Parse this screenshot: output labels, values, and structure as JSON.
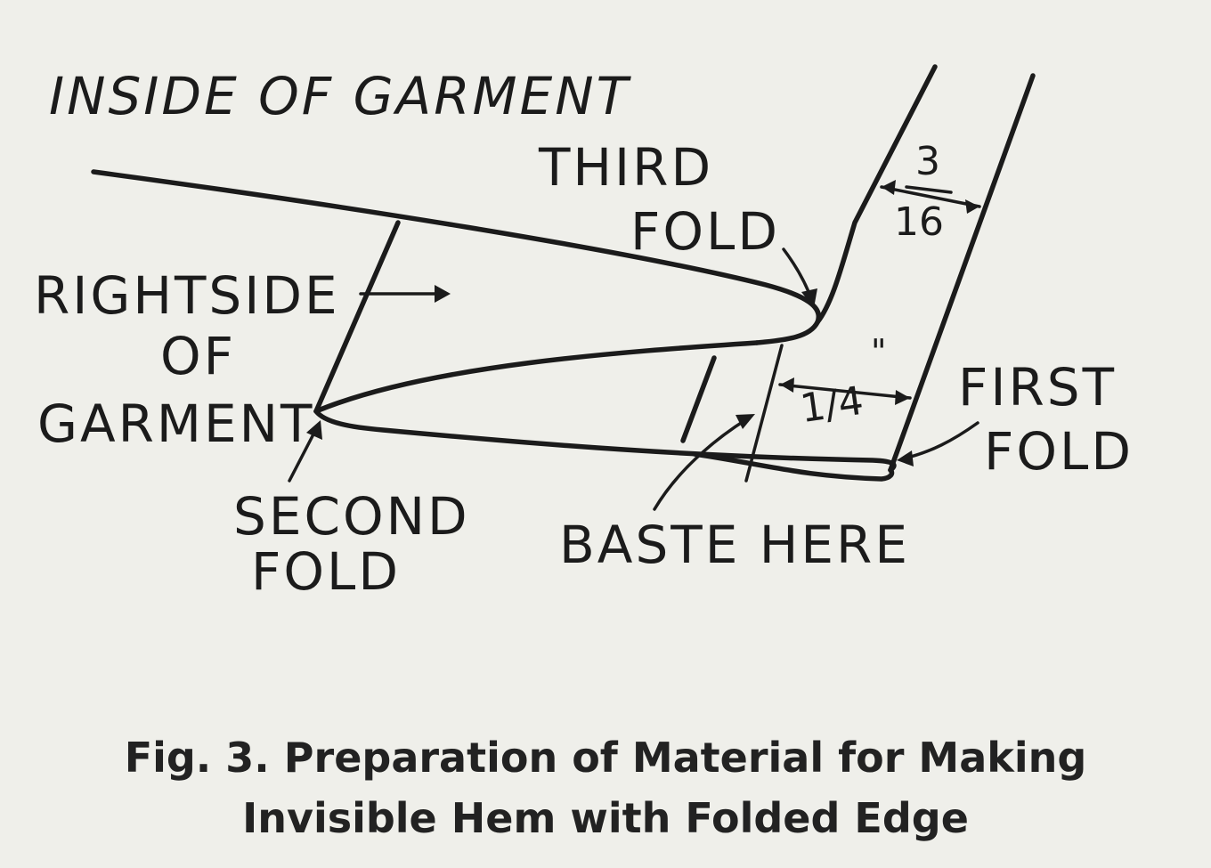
{
  "labels": {
    "inside_of_garment": "INSIDE OF GARMENT",
    "third_fold_1": "THIRD",
    "third_fold_2": "FOLD",
    "rightside_1": "RIGHTSIDE",
    "rightside_2": "OF",
    "rightside_3": "GARMENT",
    "second_fold_1": "SECOND",
    "second_fold_2": "FOLD",
    "first_fold_1": "FIRST",
    "first_fold_2": "FOLD",
    "baste_here": "BASTE HERE"
  },
  "measurements": {
    "top_numerator": "3",
    "top_denominator": "16",
    "bottom_fraction": "1/4",
    "inch_mark": "\""
  },
  "caption": {
    "line1": "Fig. 3. Preparation of Material for Making",
    "line2": "Invisible Hem with Folded Edge"
  },
  "colors": {
    "ink": "#1b1b1b",
    "paper": "#efefea"
  }
}
